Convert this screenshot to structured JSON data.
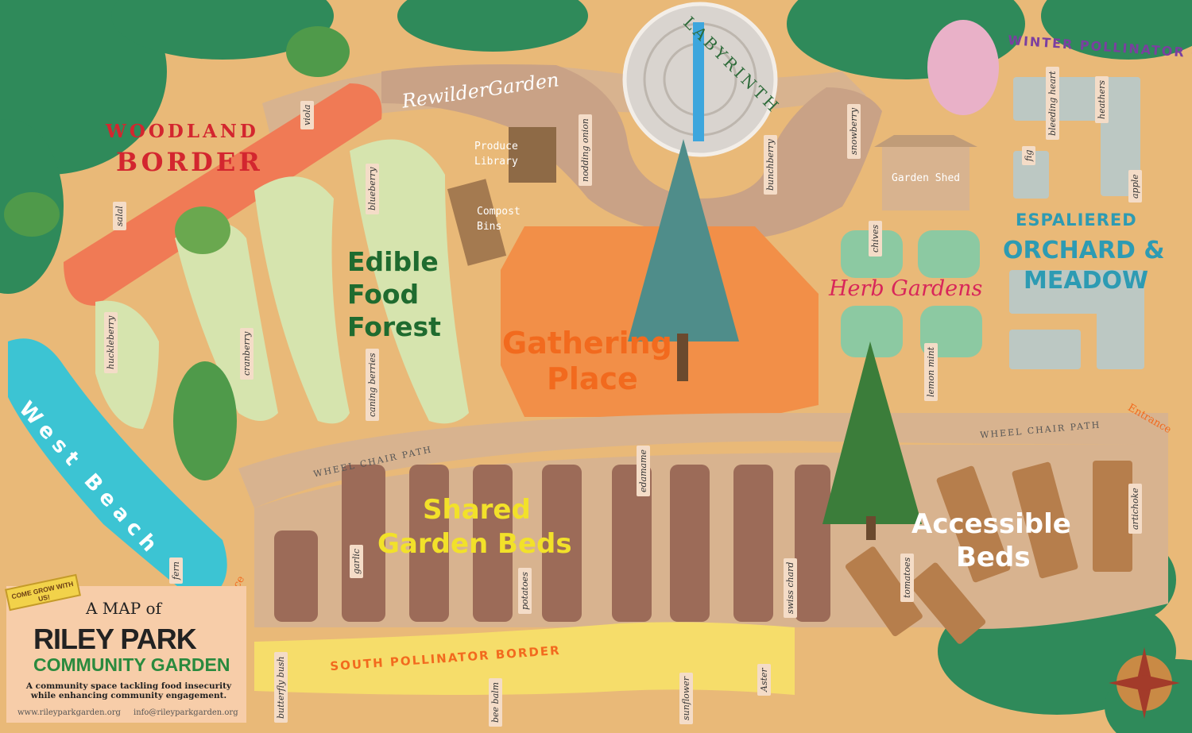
{
  "labels": {
    "woodland_border_1": "WOODLAND",
    "woodland_border_2": "BORDER",
    "rewilder_garden": "RewilderGarden",
    "labyrinth": "LABYRINTH",
    "produce_library_1": "Produce",
    "produce_library_2": "Library",
    "compost_bins_1": "Compost",
    "compost_bins_2": "Bins",
    "edible_food_forest_1": "Edible",
    "edible_food_forest_2": "Food",
    "edible_food_forest_3": "Forest",
    "gathering_place_1": "Gathering",
    "gathering_place_2": "Place",
    "garden_shed": "Garden Shed",
    "winter_pollinator_corner": "WINTER POLLINATOR CORNER",
    "espaliered_1": "ESPALIERED",
    "espaliered_2": "ORCHARD &",
    "espaliered_3": "MEADOW",
    "herb_gardens": "Herb Gardens",
    "west_beach": "West Beach",
    "wheel_chair_path_left": "WHEEL CHAIR PATH",
    "wheel_chair_path_right": "WHEEL CHAIR PATH",
    "shared_garden_beds_1": "Shared",
    "shared_garden_beds_2": "Garden Beds",
    "accessible_beds_1": "Accessible",
    "accessible_beds_2": "Beds",
    "south_pollinator_border": "SOUTH POLLINATOR BORDER",
    "entrance_left": "Entrance",
    "entrance_right": "Entrance"
  },
  "plants": {
    "viola": "viola",
    "salal": "salal",
    "huckleberry": "huckleberry",
    "cranberry": "cranberry",
    "blueberry": "blueberry",
    "caning_berries": "caning berries",
    "nodding_onion": "nodding onion",
    "bunchberry": "bunchberry",
    "snowberry": "snowberry",
    "bleeding_heart": "bleeding heart",
    "heathers": "heathers",
    "fig": "fig",
    "apple": "apple",
    "chives": "chives",
    "lemon_mint": "lemon mint",
    "fern": "fern",
    "garlic": "garlic",
    "potatoes": "potatoes",
    "edamame": "edamame",
    "swiss_chard": "swiss chard",
    "tomatoes": "tomatoes",
    "artichoke": "artichoke",
    "butterfly_bush": "butterfly bush",
    "bee_balm": "bee balm",
    "sunflower": "sunflower",
    "aster": "Aster"
  },
  "legend": {
    "banner": "COME GROW WITH US!",
    "a_map_of": "A MAP of",
    "title": "RILEY PARK",
    "subtitle": "COMMUNITY GARDEN",
    "description": "A community space tackling food insecurity while enhancing community engagement.",
    "website": "www.rileyparkgarden.org",
    "email": "info@rileyparkgarden.org"
  },
  "colors": {
    "ground": "#e9b978",
    "path": "#d8b38f",
    "woodland": "#f07a55",
    "forest_bed": "#d6e4ae",
    "gathering": "#f28f48",
    "beach": "#3cc4d3",
    "herb_bed": "#8cc9a2",
    "orchard": "#bcc8c3",
    "pollinator": "#f6dd6a",
    "bed_soil": "#9c6b58",
    "tree_dark": "#2f8a5a"
  }
}
